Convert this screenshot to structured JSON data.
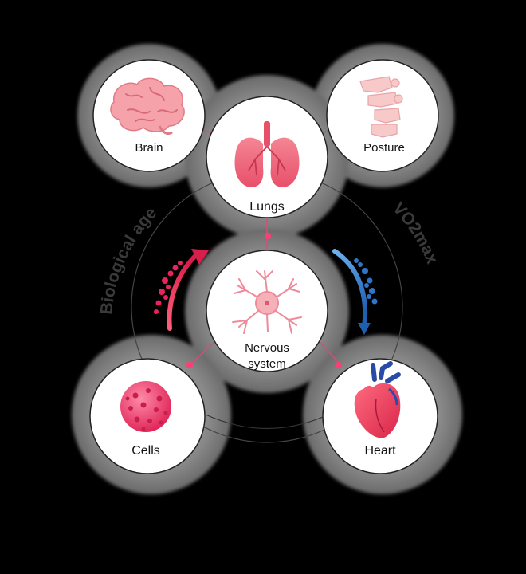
{
  "nodes": {
    "brain": "Brain",
    "posture": "Posture",
    "lungs": "Lungs",
    "nervous_line1": "Nervous",
    "nervous_line2": "system",
    "cells": "Cells",
    "heart": "Heart"
  },
  "arc_labels": {
    "left": "Biological age",
    "right": "VO2max"
  },
  "colors": {
    "background": "#000000",
    "halo": "#8a8a8a",
    "circle": "#ffffff",
    "accent_pink": "#e8245a",
    "accent_blue": "#2f74c8",
    "organ_pink": "#f37a8a",
    "spine": "#f7c9c9",
    "cell": "#ee4f7e",
    "heart_blue": "#2a4aa8"
  },
  "icons": {
    "brain": "brain-icon",
    "posture": "spine-icon",
    "lungs": "lungs-icon",
    "nervous": "neuron-icon",
    "cells": "cell-icon",
    "heart": "heart-icon"
  }
}
